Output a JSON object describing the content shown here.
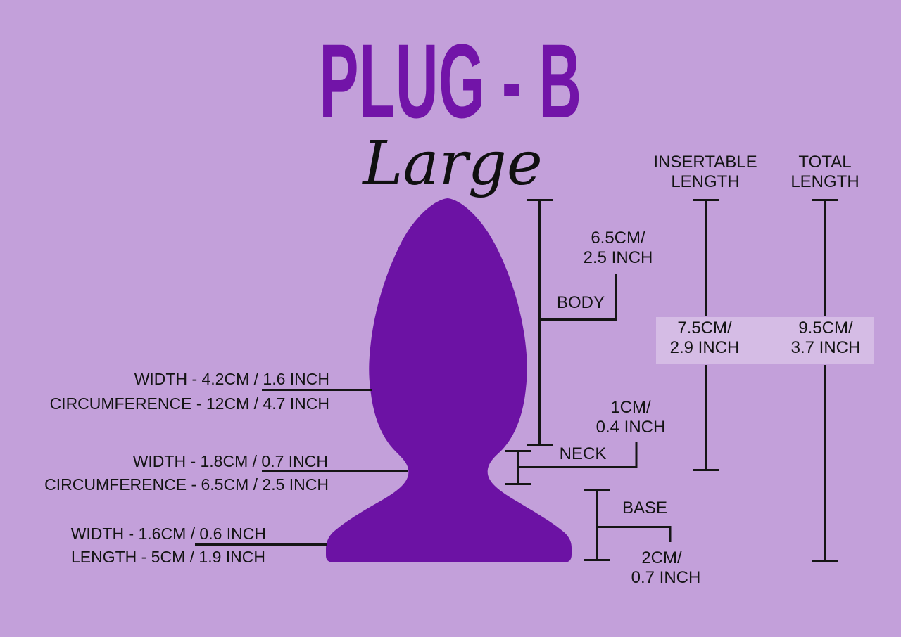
{
  "title": "PLUG - B",
  "subtitle": "Large",
  "colors": {
    "background": "#c3a0da",
    "plug": "#6c12a4",
    "title": "#7214a8",
    "line": "#151515",
    "text": "#131313",
    "highlight_band": "rgba(255,255,255,0.30)"
  },
  "labels": {
    "body_width": "WIDTH - 4.2CM / 1.6 INCH",
    "body_circumference": "CIRCUMFERENCE - 12CM / 4.7 INCH",
    "neck_width": "WIDTH - 1.8CM / 0.7 INCH",
    "neck_circumference": "CIRCUMFERENCE - 6.5CM / 2.5 INCH",
    "base_width": "WIDTH - 1.6CM / 0.6 INCH",
    "base_length": "LENGTH - 5CM / 1.9 INCH"
  },
  "annotations": {
    "body": {
      "label": "BODY",
      "value1": "6.5CM/",
      "value2": "2.5 INCH"
    },
    "neck": {
      "label": "NECK",
      "value1": "1CM/",
      "value2": "0.4 INCH"
    },
    "base": {
      "label": "BASE",
      "value1": "2CM/",
      "value2": "0.7 INCH"
    }
  },
  "columns": {
    "insertable": {
      "header1": "INSERTABLE",
      "header2": "LENGTH",
      "value1": "7.5CM/",
      "value2": "2.9 INCH"
    },
    "total": {
      "header1": "TOTAL",
      "header2": "LENGTH",
      "value1": "9.5CM/",
      "value2": "3.7 INCH"
    }
  }
}
